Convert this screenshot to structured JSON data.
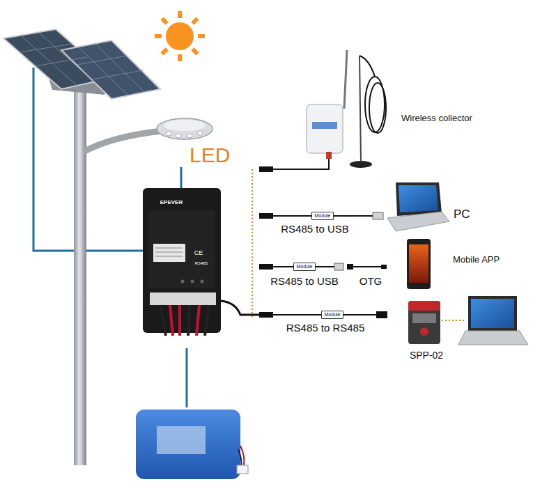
{
  "diagram": {
    "nodes": [
      {
        "text": [
          "Module"
        ]
      },
      {
        "text": [
          "Module"
        ]
      },
      {
        "text": [
          "Module"
        ]
      }
    ],
    "labels": [
      "LED",
      "Wireless collector",
      "PC",
      "RS485 to USB",
      "Mobile APP",
      "RS485 to USB",
      "OTG",
      "RS485 to RS485",
      "SPP-02",
      "EPEVER",
      "CE",
      "RS485"
    ]
  }
}
